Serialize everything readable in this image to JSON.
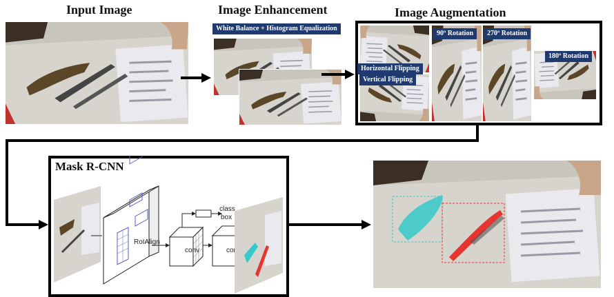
{
  "titles": {
    "input": "Input Image",
    "enhancement": "Image Enhancement",
    "augmentation": "Image Augmentation",
    "maskrcnn": "Mask R-CNN"
  },
  "enhancement_tag": "White Balance + Histogram Equalization",
  "augmentation_tags": {
    "rot90": "90º Rotation",
    "rot270": "270º Rotation",
    "rot180": "180º Rotation",
    "hflip": "Horizontal Flipping",
    "vflip": "Vertical Flipping"
  },
  "network_labels": {
    "roialign": "RoIAlign",
    "conv1": "conv",
    "conv2": "conv",
    "class": "class",
    "box": "box"
  },
  "colors": {
    "tag_bg": "#1f3a6e",
    "mask_cyan": "#35c9c9",
    "mask_red": "#e8342e",
    "border": "#000000"
  }
}
